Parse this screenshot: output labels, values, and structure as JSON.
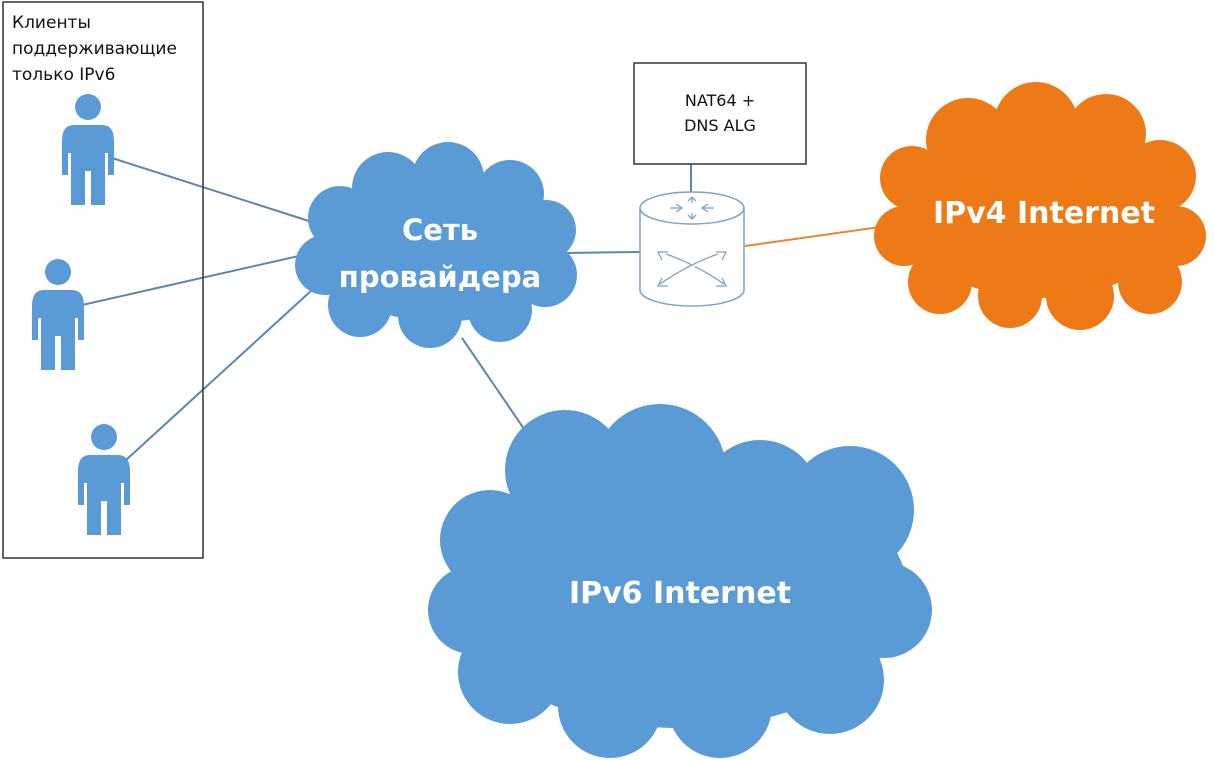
{
  "clients_group": {
    "label_lines": [
      "Клиенты",
      "поддерживающие",
      "только IPv6"
    ],
    "client_count": 3
  },
  "provider_cloud": {
    "label_lines": [
      "Сеть",
      "провайдера"
    ]
  },
  "nat_box": {
    "label_lines": [
      "NAT64 +",
      "DNS ALG"
    ]
  },
  "ipv4_cloud": {
    "label": "IPv4 Internet"
  },
  "ipv6_cloud": {
    "label": "IPv6 Internet"
  },
  "colors": {
    "blue": "#5b9bd5",
    "orange": "#ed7a17",
    "link_blue": "#5a86b0",
    "link_orange": "#e8872e",
    "router_stroke": "#7ba3c8",
    "frame": "#333333"
  }
}
